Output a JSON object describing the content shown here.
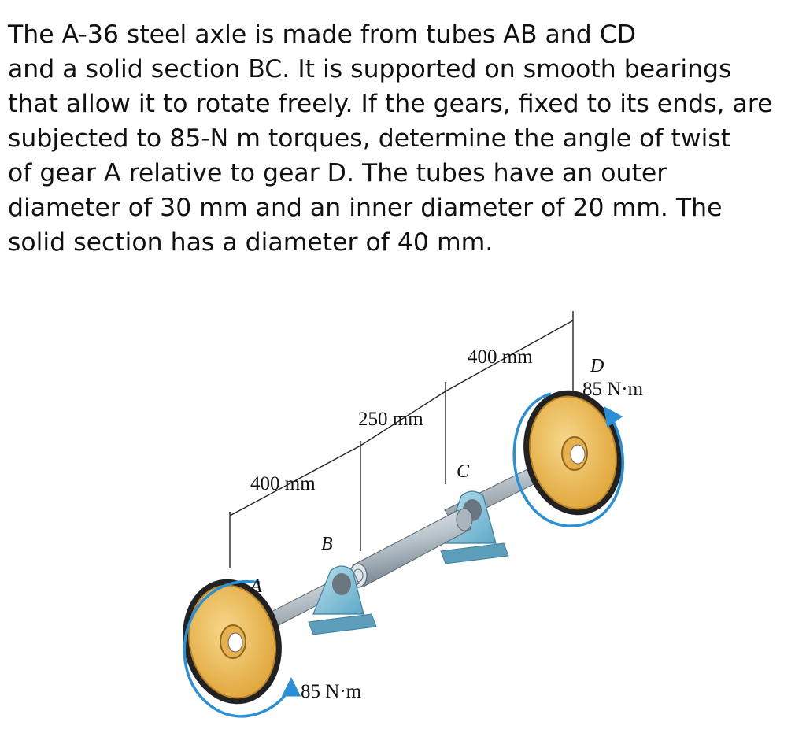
{
  "problem": {
    "lines": [
      "The A-36 steel axle is made from tubes AB and CD",
      "and a solid section BC. It is supported on smooth bearings",
      "that allow it to rotate freely. If the gears, fixed to its ends, are",
      "subjected to 85-N m torques, determine the angle of twist",
      "of gear A relative to gear D. The tubes have an outer",
      "diameter of 30 mm and an inner diameter of 20 mm. The",
      "solid section has a diameter of 40 mm."
    ]
  },
  "figure": {
    "dimensions": {
      "ab": "400 mm",
      "bc": "250 mm",
      "cd": "400 mm"
    },
    "points": {
      "a": "A",
      "b": "B",
      "c": "C",
      "d": "D"
    },
    "torques": {
      "at_a": "85 N·m",
      "at_d": "85 N·m"
    },
    "colors": {
      "gear": "#f0bf5a",
      "gear_dark": "#2b2b2b",
      "bearing": "#8ccbe2",
      "shaft": "#c9d2d8",
      "arrow": "#2a8fd4"
    }
  }
}
